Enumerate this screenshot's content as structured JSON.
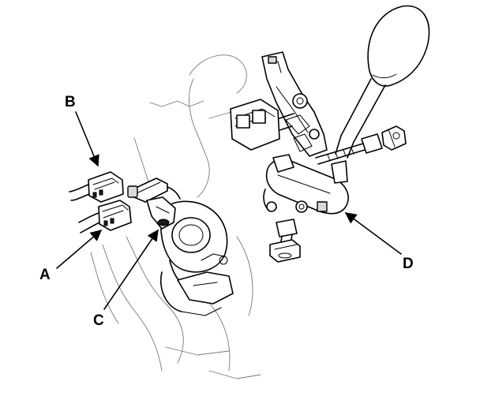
{
  "callouts": {
    "A": {
      "label": "A"
    },
    "B": {
      "label": "B"
    },
    "C": {
      "label": "C"
    },
    "D": {
      "label": "D"
    }
  }
}
